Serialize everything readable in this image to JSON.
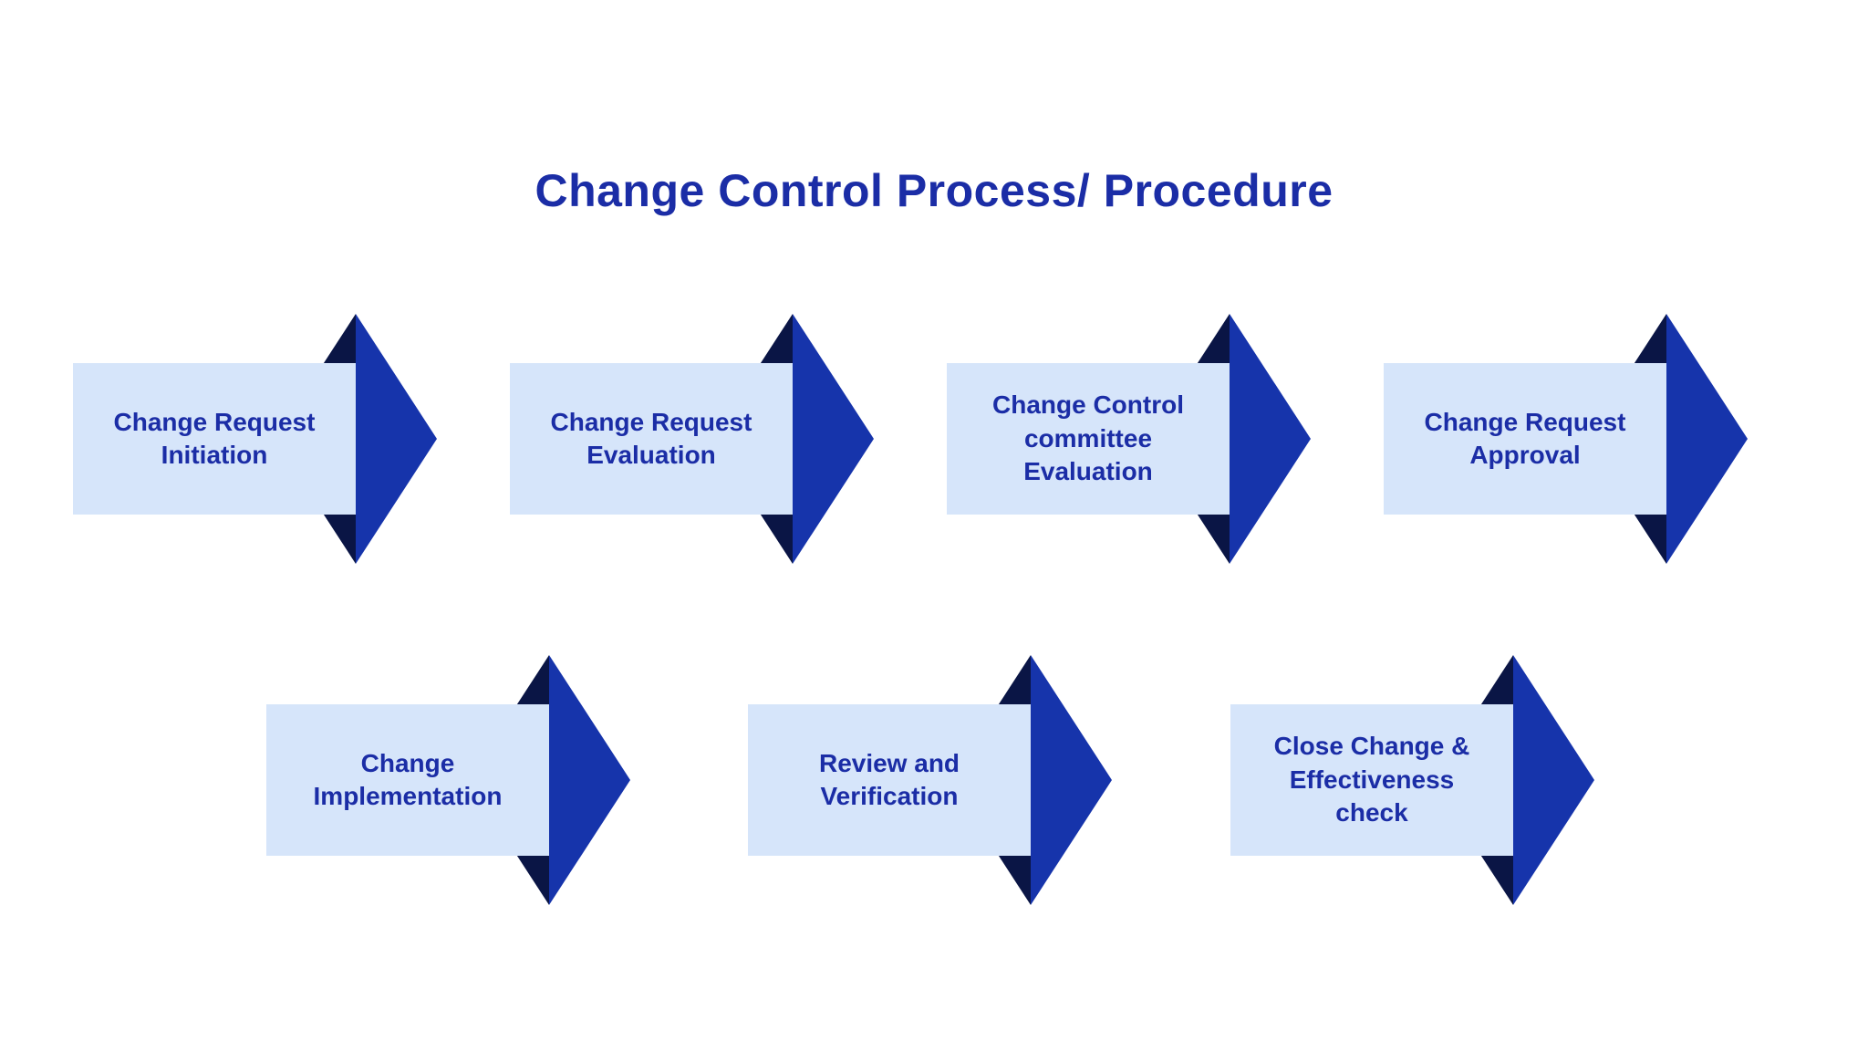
{
  "title": "Change Control Process/ Procedure",
  "colors": {
    "box_fill": "#d6e5fa",
    "arrow_blue": "#1634ab",
    "arrow_navy": "#0a1545",
    "text_blue": "#1b2da6",
    "background": "#ffffff"
  },
  "steps": [
    {
      "label": "Change Request\nInitiation"
    },
    {
      "label": "Change Request\nEvaluation"
    },
    {
      "label": "Change Control\ncommittee\nEvaluation"
    },
    {
      "label": "Change Request\nApproval"
    },
    {
      "label": "Change\nImplementation"
    },
    {
      "label": "Review and\nVerification"
    },
    {
      "label": "Close Change &\nEffectiveness\ncheck"
    }
  ]
}
